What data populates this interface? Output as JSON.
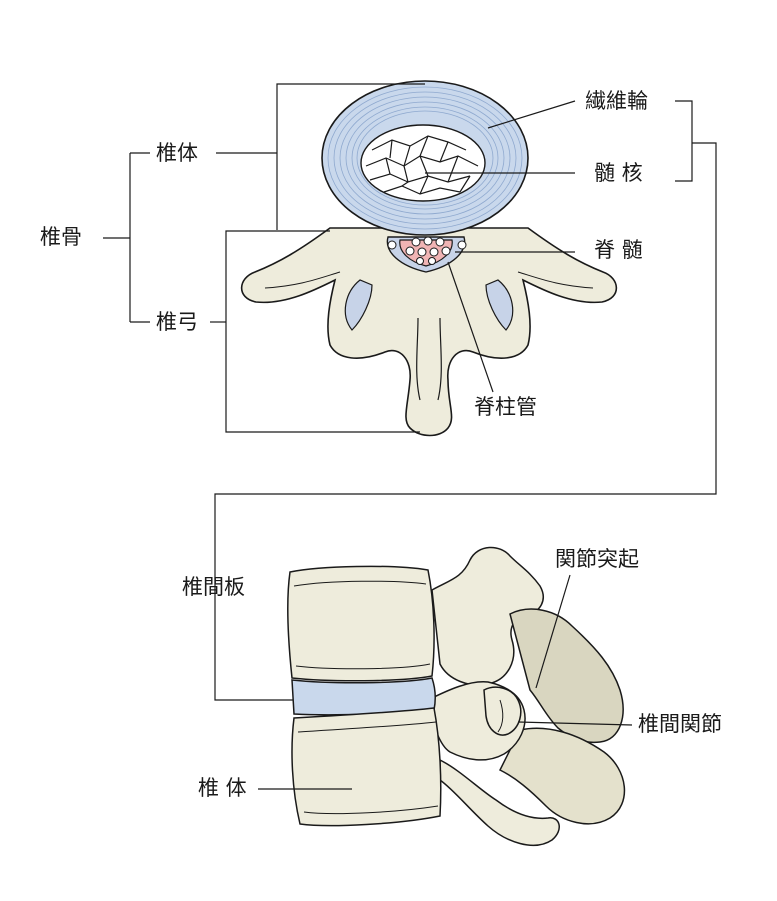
{
  "top_view": {
    "labels": {
      "vertebra": "椎骨",
      "vertebral_body": "椎体",
      "vertebral_arch": "椎弓",
      "annulus_fibrosus": "繊維輪",
      "nucleus_pulposus": "髄 核",
      "spinal_cord": "脊 髄",
      "spinal_canal": "脊柱管"
    }
  },
  "side_view": {
    "labels": {
      "intervertebral_disc": "椎間板",
      "articular_process": "関節突起",
      "facet_joint": "椎間関節",
      "vertebral_body": "椎 体"
    }
  },
  "colors": {
    "bone": "#eeecdc",
    "bone_shadow": "#d9d6c0",
    "disc_blue": "#c9d8ec",
    "disc_ring": "#8fa9cf",
    "cord_pink": "#f0b4b4",
    "canal_blue": "#c7d3e8",
    "outline": "#1a1a1a"
  }
}
